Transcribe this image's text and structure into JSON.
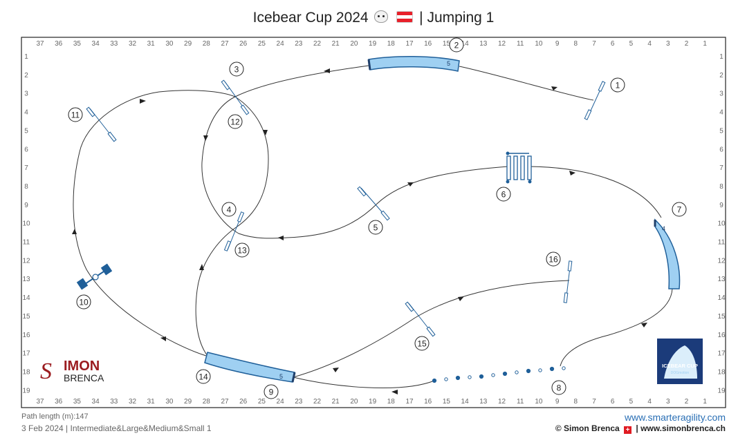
{
  "header": {
    "title_left": "Icebear Cup 2024",
    "title_right": "| Jumping 1",
    "bear_icon": "polar-bear-emoji",
    "flag_icon": "austria-flag"
  },
  "grid": {
    "columns": [
      37,
      36,
      35,
      34,
      33,
      32,
      31,
      30,
      29,
      28,
      27,
      26,
      25,
      24,
      23,
      22,
      21,
      20,
      19,
      18,
      17,
      16,
      15,
      14,
      13,
      12,
      11,
      10,
      9,
      8,
      7,
      6,
      5,
      4,
      3,
      2,
      1
    ],
    "rows": [
      1,
      2,
      3,
      4,
      5,
      6,
      7,
      8,
      9,
      10,
      11,
      12,
      13,
      14,
      15,
      16,
      17,
      18,
      19
    ]
  },
  "obstacles": [
    {
      "id": "jump-1",
      "type": "jump",
      "number": "1"
    },
    {
      "id": "tunnel-2",
      "type": "tunnel",
      "number": "2",
      "tunnel_label": "5"
    },
    {
      "id": "jump-3",
      "type": "jump",
      "number": "3"
    },
    {
      "id": "jump-4",
      "type": "jump",
      "number": "4"
    },
    {
      "id": "jump-5",
      "type": "jump",
      "number": "5"
    },
    {
      "id": "spread-6",
      "type": "spread-jump",
      "number": "6"
    },
    {
      "id": "tunnel-7",
      "type": "tunnel",
      "number": "7",
      "tunnel_label": "4"
    },
    {
      "id": "weave-8",
      "type": "weave-poles",
      "number": "8"
    },
    {
      "id": "tunnel-9",
      "type": "tunnel",
      "number": "9",
      "tunnel_label": "5"
    },
    {
      "id": "tire-10",
      "type": "tire",
      "number": "10"
    },
    {
      "id": "jump-11",
      "type": "jump",
      "number": "11"
    },
    {
      "id": "jump-12",
      "type": "jump",
      "number": "12"
    },
    {
      "id": "jump-13",
      "type": "jump",
      "number": "13"
    },
    {
      "id": "tunnel-14",
      "type": "tunnel",
      "number": "14"
    },
    {
      "id": "jump-15",
      "type": "jump",
      "number": "15"
    },
    {
      "id": "jump-16",
      "type": "jump",
      "number": "16"
    }
  ],
  "logos": {
    "left_line1": "IMON",
    "left_line2": "BRENCA",
    "left_initial": "S",
    "right_title": "ICEBEAR CUP",
    "right_sub": "DOGmotion"
  },
  "footer": {
    "path_length": "Path length (m):147",
    "date_class": "3 Feb 2024 | Intermediate&Large&Medium&Small 1",
    "website": "www.smarteragility.com",
    "copyright_name": "© Simon Brenca",
    "copyright_site": "| www.simonbrenca.ch"
  },
  "colors": {
    "tunnel_fill": "#9fd0f2",
    "equipment": "#1f5f99",
    "path": "#333333",
    "border": "#222222",
    "link": "#2a6fb5"
  }
}
